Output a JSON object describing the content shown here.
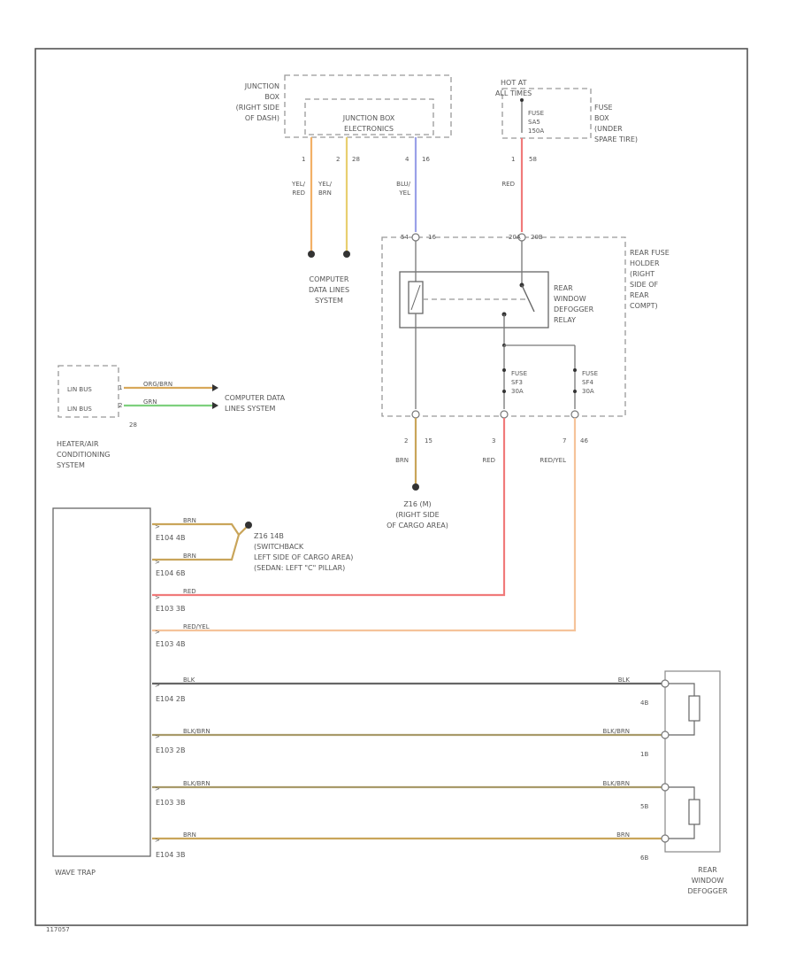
{
  "colors": {
    "yel_red": "#f2b066",
    "yel_brn": "#e8cf70",
    "blu_yel": "#9aa0e8",
    "red": "#f07a7a",
    "red_yel": "#f5c39a",
    "brn": "#c9a55a",
    "blk": "#666666",
    "blk_brn": "#a89a6a",
    "org_brn": "#d8a85a",
    "grn": "#7ed07e"
  },
  "junction_box": {
    "outer_label": [
      "JUNCTION",
      "BOX",
      "(RIGHT SIDE",
      "OF DASH)"
    ],
    "inner_label": [
      "JUNCTION BOX",
      "ELECTRONICS"
    ],
    "pins": [
      "1",
      "2",
      "28",
      "4",
      "16"
    ]
  },
  "fuse_box": {
    "hot": [
      "HOT AT",
      "ALL TIMES"
    ],
    "fuse": [
      "FUSE",
      "SA5",
      "150A"
    ],
    "side": [
      "FUSE",
      "BOX",
      "(UNDER",
      "SPARE TIRE)"
    ],
    "pins": [
      "1",
      "58"
    ]
  },
  "wire_labels": {
    "yel_red": [
      "YEL/",
      "RED"
    ],
    "yel_brn": [
      "YEL/",
      "BRN"
    ],
    "blu_yel": [
      "BLU/",
      "YEL"
    ],
    "red1": "RED",
    "brn": "BRN",
    "red2": "RED",
    "red_yel": "RED/YEL"
  },
  "computer_data_lines_1": [
    "COMPUTER",
    "DATA LINES",
    "SYSTEM"
  ],
  "rear_fuse_holder": {
    "label": [
      "REAR FUSE",
      "HOLDER",
      "(RIGHT",
      "SIDE OF",
      "REAR",
      "COMPT)"
    ],
    "top_pins": [
      "54",
      "16",
      "20A",
      "20B"
    ],
    "relay": [
      "REAR",
      "WINDOW",
      "DEFOGGER",
      "RELAY"
    ],
    "fuse_a": [
      "FUSE",
      "SF3",
      "30A"
    ],
    "fuse_b": [
      "FUSE",
      "SF4",
      "30A"
    ],
    "bottom_pins": [
      "2",
      "15",
      "3",
      "7",
      "46"
    ]
  },
  "hvac": {
    "lin_bus_1": "LIN BUS",
    "lin_bus_2": "LIN BUS",
    "pins": [
      "1",
      "2",
      "28"
    ],
    "wire1": "ORG/BRN",
    "wire2": "GRN",
    "data_lines": [
      "COMPUTER DATA",
      "LINES SYSTEM"
    ],
    "name": [
      "HEATER/AIR",
      "CONDITIONING",
      "SYSTEM"
    ]
  },
  "z16": [
    "Z16 (M)",
    "(RIGHT SIDE",
    "OF CARGO AREA)"
  ],
  "z16_switchback": [
    "Z16 14B",
    "(SWITCHBACK",
    "LEFT SIDE OF CARGO AREA)",
    "(SEDAN: LEFT \"C\" PILLAR)"
  ],
  "wave_trap": {
    "name": "WAVE TRAP",
    "rows": [
      {
        "wire": "BRN",
        "conn": "E104 4B"
      },
      {
        "wire": "BRN",
        "conn": "E104 6B"
      },
      {
        "wire": "RED",
        "conn": "E103 3B"
      },
      {
        "wire": "RED/YEL",
        "conn": "E103 4B"
      },
      {
        "wire": "BLK",
        "conn": "E104 2B"
      },
      {
        "wire": "BLK/BRN",
        "conn": "E103 2B"
      },
      {
        "wire": "BLK/BRN",
        "conn": "E103 3B"
      },
      {
        "wire": "BRN",
        "conn": "E104 3B"
      }
    ],
    "right_labels": [
      "BLK",
      "BLK/BRN",
      "BLK/BRN",
      "BRN"
    ],
    "right_pins": [
      "4B",
      "1B",
      "5B",
      "6B"
    ]
  },
  "defogger": [
    "REAR",
    "WINDOW",
    "DEFOGGER"
  ],
  "footer_code": "117057"
}
